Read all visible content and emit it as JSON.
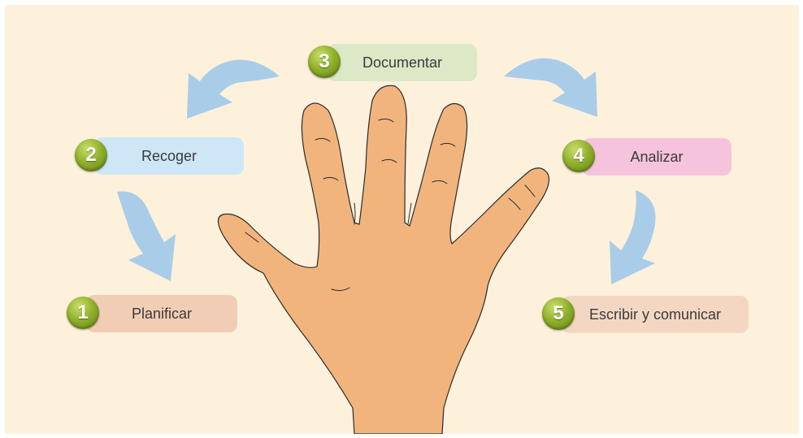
{
  "colors": {
    "background": "#fdf1dc",
    "arrow": "#a9cde8",
    "hand_fill": "#f2b47d",
    "hand_outline": "#2b2b2b",
    "badge": "#8fb02a"
  },
  "steps": [
    {
      "number": "1",
      "label": "Planificar",
      "color": "#f2cdb5"
    },
    {
      "number": "2",
      "label": "Recoger",
      "color": "#cde7f7"
    },
    {
      "number": "3",
      "label": "Documentar",
      "color": "#dde8c6"
    },
    {
      "number": "4",
      "label": "Analizar",
      "color": "#f6c3dd"
    },
    {
      "number": "5",
      "label": "Escribir y comunicar",
      "color": "#f4d7c3"
    }
  ],
  "illustration": "hand-icon",
  "arrows": [
    "curved-arrow-left-down",
    "curved-arrow-left-top",
    "curved-arrow-right-top",
    "curved-arrow-right-down"
  ]
}
